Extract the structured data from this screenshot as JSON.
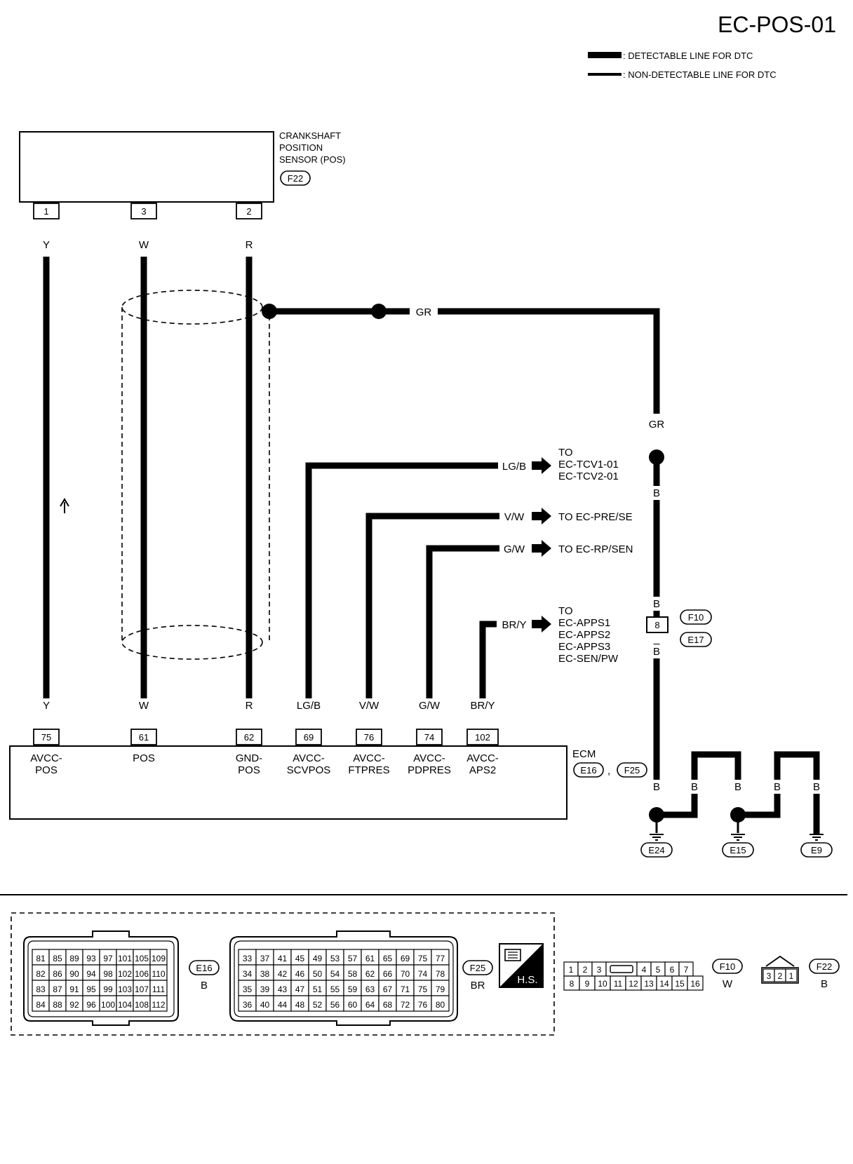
{
  "title": "EC-POS-01",
  "legend": {
    "detectable": ": DETECTABLE LINE FOR DTC",
    "non_detectable": ": NON-DETECTABLE LINE FOR DTC"
  },
  "sensor": {
    "name_line1": "CRANKSHAFT",
    "name_line2": "POSITION",
    "name_line3": "SENSOR (POS)",
    "connector": "F22",
    "pins": [
      "1",
      "3",
      "2"
    ]
  },
  "wire_colors": {
    "y": "Y",
    "w": "W",
    "r": "R",
    "gr": "GR",
    "b": "B",
    "lgb": "LG/B",
    "vw": "V/W",
    "gw": "G/W",
    "bry": "BR/Y"
  },
  "refs": {
    "tcv_to": "TO",
    "tcv1": "EC-TCV1-01",
    "tcv2": "EC-TCV2-01",
    "pre": "TO EC-PRE/SE",
    "rp": "TO EC-RP/SEN",
    "apps_to": "TO",
    "apps1": "EC-APPS1",
    "apps2": "EC-APPS2",
    "apps3": "EC-APPS3",
    "senpw": "EC-SEN/PW"
  },
  "joint": {
    "pin": "8",
    "conn1": "F10",
    "conn2": "E17"
  },
  "ecm": {
    "name": "ECM",
    "conn1": "E16",
    "sep": ",",
    "conn2": "F25",
    "terminals": [
      {
        "pin": "75",
        "l1": "AVCC-",
        "l2": "POS"
      },
      {
        "pin": "61",
        "l1": "POS",
        "l2": ""
      },
      {
        "pin": "62",
        "l1": "GND-",
        "l2": "POS"
      },
      {
        "pin": "69",
        "l1": "AVCC-",
        "l2": "SCVPOS"
      },
      {
        "pin": "76",
        "l1": "AVCC-",
        "l2": "FTPRES"
      },
      {
        "pin": "74",
        "l1": "AVCC-",
        "l2": "PDPRES"
      },
      {
        "pin": "102",
        "l1": "AVCC-",
        "l2": "APS2"
      }
    ]
  },
  "grounds": [
    "E24",
    "E15",
    "E9"
  ],
  "connectors": {
    "e16": {
      "id": "E16",
      "color": "B",
      "rows": [
        [
          "81",
          "85",
          "89",
          "93",
          "97",
          "101",
          "105",
          "109"
        ],
        [
          "82",
          "86",
          "90",
          "94",
          "98",
          "102",
          "106",
          "110"
        ],
        [
          "83",
          "87",
          "91",
          "95",
          "99",
          "103",
          "107",
          "111"
        ],
        [
          "84",
          "88",
          "92",
          "96",
          "100",
          "104",
          "108",
          "112"
        ]
      ]
    },
    "f25": {
      "id": "F25",
      "color": "BR",
      "rows": [
        [
          "33",
          "37",
          "41",
          "45",
          "49",
          "53",
          "57",
          "61",
          "65",
          "69",
          "75",
          "77"
        ],
        [
          "34",
          "38",
          "42",
          "46",
          "50",
          "54",
          "58",
          "62",
          "66",
          "70",
          "74",
          "78"
        ],
        [
          "35",
          "39",
          "43",
          "47",
          "51",
          "55",
          "59",
          "63",
          "67",
          "71",
          "75",
          "79"
        ],
        [
          "36",
          "40",
          "44",
          "48",
          "52",
          "56",
          "60",
          "64",
          "68",
          "72",
          "76",
          "80"
        ]
      ]
    },
    "hs": "H.S.",
    "f10": {
      "id": "F10",
      "color": "W",
      "row1": [
        "1",
        "2",
        "3",
        "",
        "4",
        "5",
        "6",
        "7"
      ],
      "row2": [
        "8",
        "9",
        "10",
        "11",
        "12",
        "13",
        "14",
        "15",
        "16"
      ]
    },
    "f22": {
      "id": "F22",
      "color": "B",
      "pins": [
        "3",
        "2",
        "1"
      ]
    }
  }
}
